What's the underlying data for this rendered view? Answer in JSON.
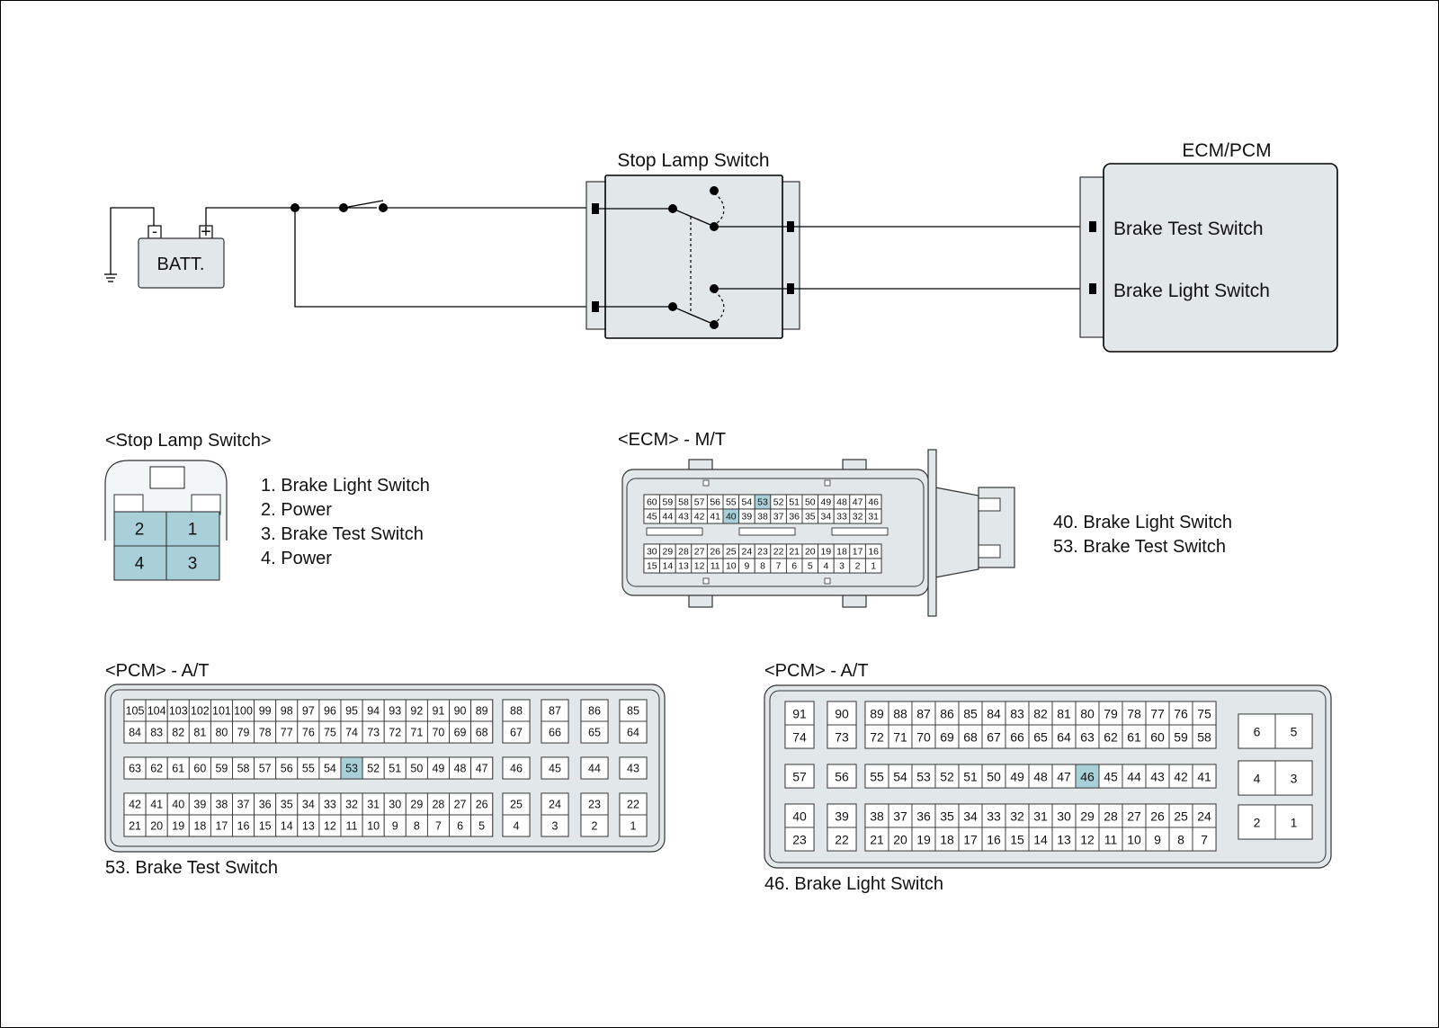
{
  "colors": {
    "panel": "#e2e8ea",
    "highlight": "#a9cfd8",
    "line": "#000000"
  },
  "schematic": {
    "battery_label": "BATT.",
    "battery_neg": "-",
    "battery_pos": "+",
    "switch_title": "Stop Lamp Switch",
    "ecm_title": "ECM/PCM",
    "signal_top": "Brake Test Switch",
    "signal_bottom": "Brake Light Switch"
  },
  "stop_lamp_connector": {
    "title": "<Stop Lamp Switch>",
    "pins": [
      "2",
      "1",
      "4",
      "3"
    ],
    "legend": [
      "1. Brake Light Switch",
      "2. Power",
      "3. Brake Test Switch",
      "4. Power"
    ]
  },
  "ecm_mt": {
    "title": "<ECM> - M/T",
    "row1": [
      "60",
      "59",
      "58",
      "57",
      "56",
      "55",
      "54",
      "53",
      "52",
      "51",
      "50",
      "49",
      "48",
      "47",
      "46"
    ],
    "row2": [
      "45",
      "44",
      "43",
      "42",
      "41",
      "40",
      "39",
      "38",
      "37",
      "36",
      "35",
      "34",
      "33",
      "32",
      "31"
    ],
    "row3": [
      "30",
      "29",
      "28",
      "27",
      "26",
      "25",
      "24",
      "23",
      "22",
      "21",
      "20",
      "19",
      "18",
      "17",
      "16"
    ],
    "row4": [
      "15",
      "14",
      "13",
      "12",
      "11",
      "10",
      "9",
      "8",
      "7",
      "6",
      "5",
      "4",
      "3",
      "2",
      "1"
    ],
    "highlighted": [
      "40",
      "53"
    ],
    "legend": [
      "40. Brake Light Switch",
      "53. Brake Test Switch"
    ]
  },
  "pcm_at_left": {
    "title": "<PCM> - A/T",
    "highlighted": [
      "53"
    ],
    "caption": "53. Brake Test Switch",
    "main_a": [
      [
        "105",
        "104",
        "103",
        "102",
        "101",
        "100",
        "99",
        "98",
        "97",
        "96",
        "95",
        "94",
        "93",
        "92",
        "91",
        "90",
        "89"
      ],
      [
        "84",
        "83",
        "82",
        "81",
        "80",
        "79",
        "78",
        "77",
        "76",
        "75",
        "74",
        "73",
        "72",
        "71",
        "70",
        "69",
        "68"
      ]
    ],
    "side_a": [
      [
        "88",
        "67"
      ],
      [
        "87",
        "66"
      ],
      [
        "86",
        "65"
      ],
      [
        "85",
        "64"
      ]
    ],
    "main_b": [
      [
        "63",
        "62",
        "61",
        "60",
        "59",
        "58",
        "57",
        "56",
        "55",
        "54",
        "53",
        "52",
        "51",
        "50",
        "49",
        "48",
        "47"
      ]
    ],
    "side_b": [
      [
        "46"
      ],
      [
        "45"
      ],
      [
        "44"
      ],
      [
        "43"
      ]
    ],
    "main_c": [
      [
        "42",
        "41",
        "40",
        "39",
        "38",
        "37",
        "36",
        "35",
        "34",
        "33",
        "32",
        "31",
        "30",
        "29",
        "28",
        "27",
        "26"
      ],
      [
        "21",
        "20",
        "19",
        "18",
        "17",
        "16",
        "15",
        "14",
        "13",
        "12",
        "11",
        "10",
        "9",
        "8",
        "7",
        "6",
        "5"
      ]
    ],
    "side_c": [
      [
        "25",
        "4"
      ],
      [
        "24",
        "3"
      ],
      [
        "23",
        "2"
      ],
      [
        "22",
        "1"
      ]
    ]
  },
  "pcm_at_right": {
    "title": "<PCM> - A/T",
    "highlighted": [
      "46"
    ],
    "caption": "46. Brake Light Switch",
    "left_a": [
      [
        "91",
        "74"
      ],
      [
        "90",
        "73"
      ]
    ],
    "main_a": [
      [
        "89",
        "88",
        "87",
        "86",
        "85",
        "84",
        "83",
        "82",
        "81",
        "80",
        "79",
        "78",
        "77",
        "76",
        "75"
      ],
      [
        "72",
        "71",
        "70",
        "69",
        "68",
        "67",
        "66",
        "65",
        "64",
        "63",
        "62",
        "61",
        "60",
        "59",
        "58"
      ]
    ],
    "left_b": [
      [
        "57"
      ],
      [
        "56"
      ]
    ],
    "main_b": [
      [
        "55",
        "54",
        "53",
        "52",
        "51",
        "50",
        "49",
        "48",
        "47",
        "46",
        "45",
        "44",
        "43",
        "42",
        "41"
      ]
    ],
    "left_c": [
      [
        "40",
        "23"
      ],
      [
        "39",
        "22"
      ]
    ],
    "main_c": [
      [
        "38",
        "37",
        "36",
        "35",
        "34",
        "33",
        "32",
        "31",
        "30",
        "29",
        "28",
        "27",
        "26",
        "25",
        "24"
      ],
      [
        "21",
        "20",
        "19",
        "18",
        "17",
        "16",
        "15",
        "14",
        "13",
        "12",
        "11",
        "10",
        "9",
        "8",
        "7"
      ]
    ],
    "right_blocks": [
      [
        "6",
        "5"
      ],
      [
        "4",
        "3"
      ],
      [
        "2",
        "1"
      ]
    ]
  }
}
